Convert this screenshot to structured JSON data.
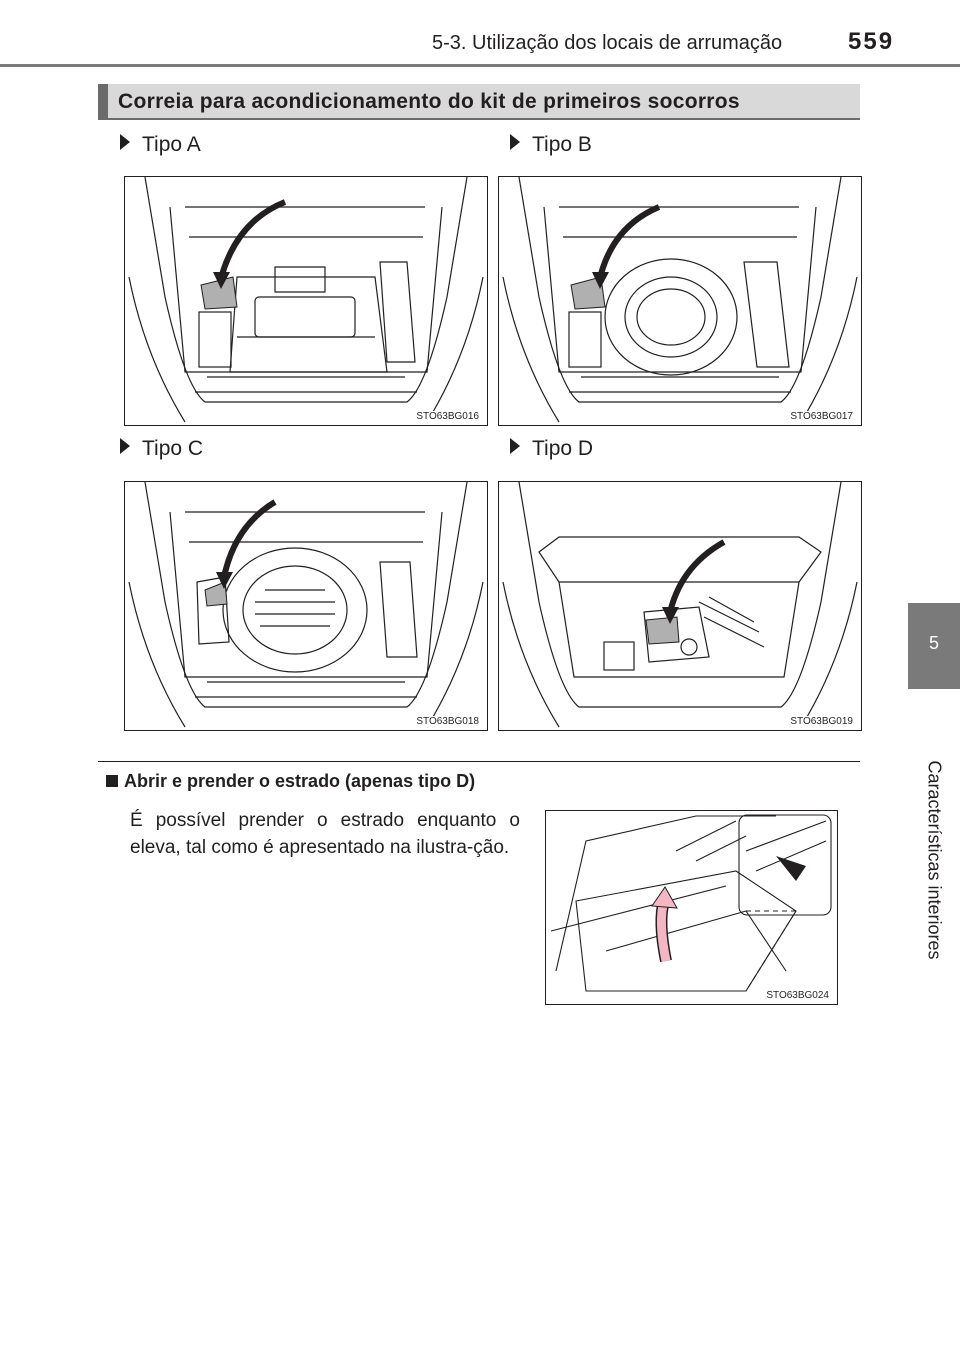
{
  "header": {
    "title": "5-3. Utilização dos locais de arrumação",
    "page_number": "559"
  },
  "side_tab": {
    "chapter_number": "5",
    "chapter_title": "Características interiores"
  },
  "section": {
    "title": "Correia para acondicionamento do kit de primeiros socorros"
  },
  "figures": [
    {
      "label": "Tipo A",
      "code": "STO63BG016"
    },
    {
      "label": "Tipo B",
      "code": "STO63BG017"
    },
    {
      "label": "Tipo C",
      "code": "STO63BG018"
    },
    {
      "label": "Tipo D",
      "code": "STO63BG019"
    }
  ],
  "subsection": {
    "title": "Abrir e prender o estrado (apenas tipo D)",
    "text": "É possível prender o estrado enquanto o eleva, tal como é apresentado na ilustra-ção.",
    "figure_code": "STO63BG024"
  },
  "colors": {
    "header_bar": "#7a7a7a",
    "section_bg": "#d9d9d9",
    "arrow_pink": "#f4b6c2"
  }
}
